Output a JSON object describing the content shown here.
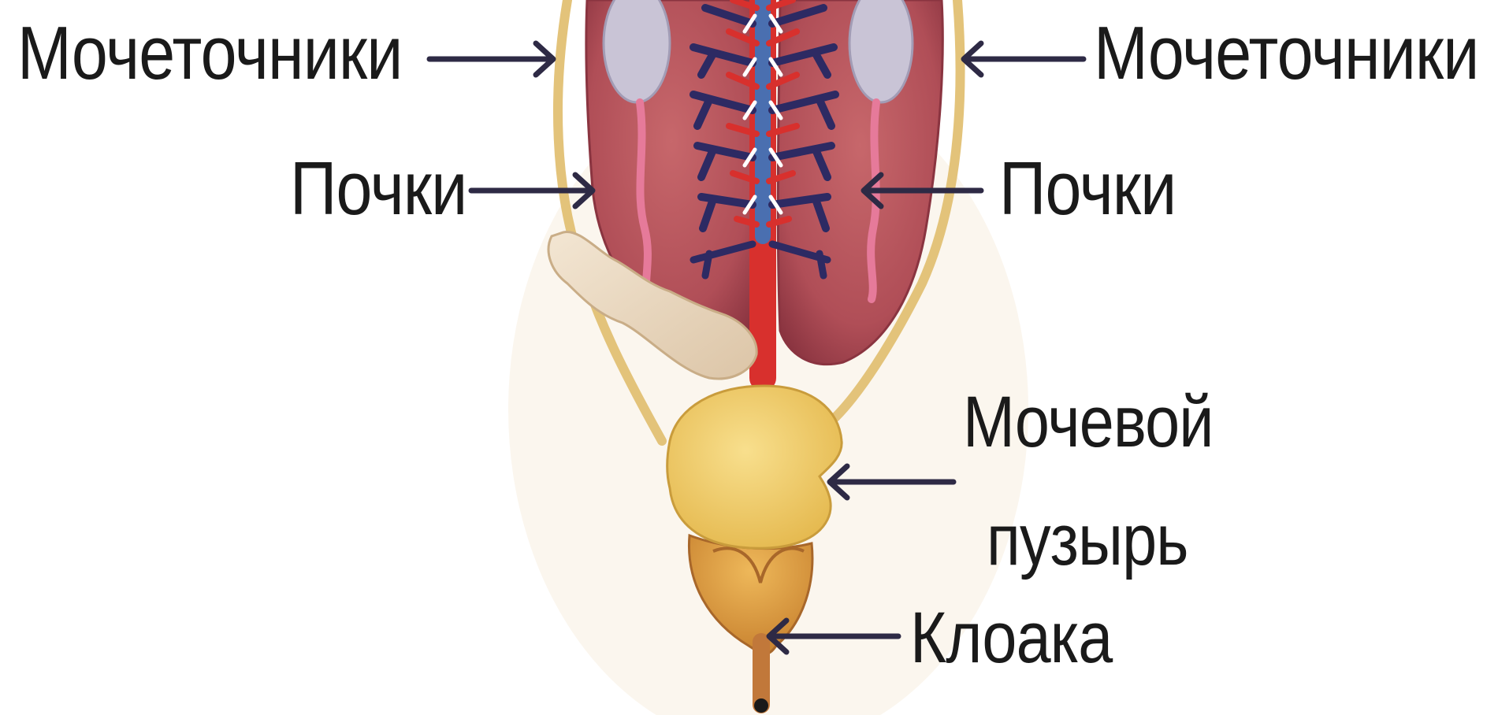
{
  "labels": {
    "ureters_left": "Мочеточники",
    "ureters_right": "Мочеточники",
    "kidneys_left": "Почки",
    "kidneys_right": "Почки",
    "bladder_line1": "Мочевой",
    "bladder_line2": "пузырь",
    "cloaca": "Клоака"
  },
  "colors": {
    "arrow": "#2e2a45",
    "kidney": "#b9555c",
    "kidney_dark": "#8f3a44",
    "vessel_red": "#d8302d",
    "vessel_blue": "#4a6fb0",
    "vein_navy": "#2d2a63",
    "ureter": "#e3c37a",
    "bladder": "#f2cf6e",
    "cloaca": "#e0a445",
    "gland": "#eedcc6",
    "gonad": "#c9c4d6"
  }
}
